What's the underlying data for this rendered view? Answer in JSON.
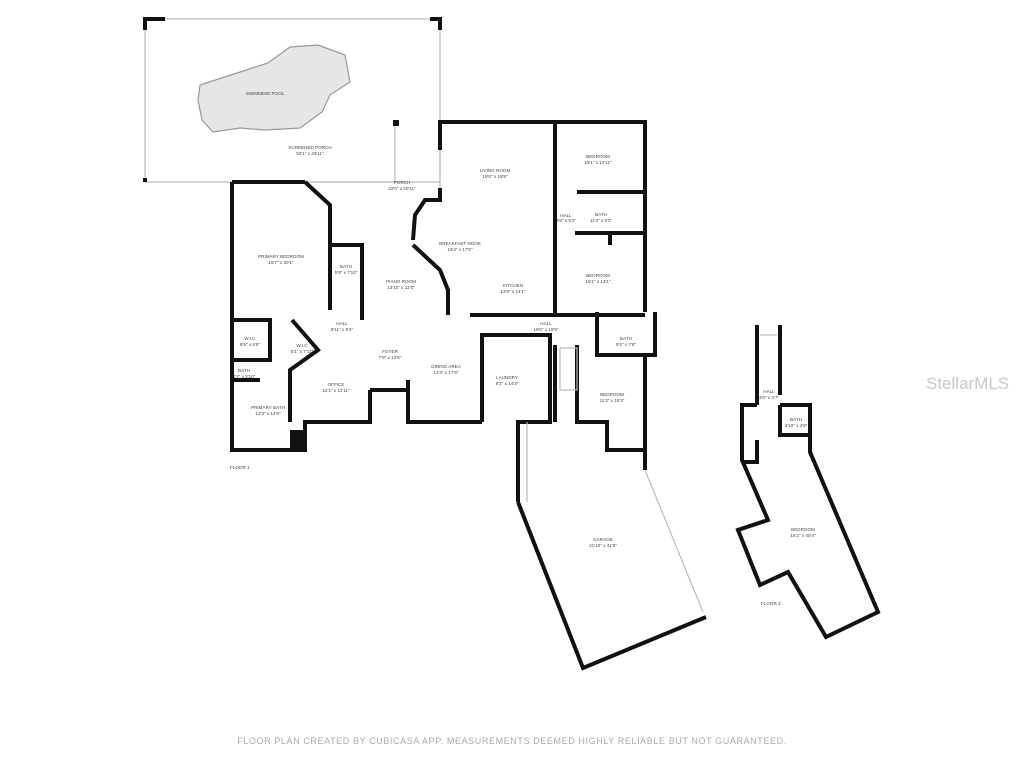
{
  "rooms": {
    "pool": {
      "name": "SWIMMING POOL"
    },
    "screened_porch": {
      "name": "SCREENED PORCH",
      "dims": "50'1\" x 26'11\""
    },
    "porch": {
      "name": "PORCH",
      "dims": "22'0\" x 20'11\""
    },
    "living_room": {
      "name": "LIVING ROOM",
      "dims": "19'0\" x 18'5\""
    },
    "bedroom_1": {
      "name": "BEDROOM",
      "dims": "15'1\" x 12'11\""
    },
    "hall_1": {
      "name": "HALL",
      "dims": "3'6\" x 5'2\""
    },
    "bath_1": {
      "name": "BATH",
      "dims": "11'3\" x 5'2\""
    },
    "breakfast_nook": {
      "name": "BREAKFAST NOOK",
      "dims": "18'4\" x 17'6\""
    },
    "bedroom_2": {
      "name": "BEDROOM",
      "dims": "15'1\" x 13'1\""
    },
    "kitchen": {
      "name": "KITCHEN",
      "dims": "13'8\" x 14'1\""
    },
    "primary_bedroom": {
      "name": "PRIMARY BEDROOM",
      "dims": "16'7\" x 30'1\""
    },
    "bath_2": {
      "name": "BATH",
      "dims": "5'9\" x 7'10\""
    },
    "piano_room": {
      "name": "PIANO ROOM",
      "dims": "13'10\" x 12'0\""
    },
    "hall_2": {
      "name": "HALL",
      "dims": "8'11\" x 9'4\""
    },
    "hall_3": {
      "name": "HALL",
      "dims": "19'0\" x 18'5\""
    },
    "wic_1": {
      "name": "W.I.C",
      "dims": "6'9\" x 6'5\""
    },
    "wic_2": {
      "name": "W.I.C",
      "dims": "5'1\" x 7'11\""
    },
    "foyer": {
      "name": "FOYER",
      "dims": "7'9\" x 12'5\""
    },
    "bath_3": {
      "name": "BATH",
      "dims": "9'3\" x 7'8\""
    },
    "bath_4": {
      "name": "BATH",
      "dims": "4'2\" x 3'10\""
    },
    "dining_area": {
      "name": "DINING AREA",
      "dims": "12'3\" x 17'9\""
    },
    "laundry": {
      "name": "LAUNDRY",
      "dims": "8'2\" x 14'3\""
    },
    "office": {
      "name": "OFFICE",
      "dims": "12'1\" x 11'11\""
    },
    "bedroom_3": {
      "name": "BEDROOM",
      "dims": "11'3\" x 15'3\""
    },
    "primary_bath": {
      "name": "PRIMARY BATH",
      "dims": "12'3\" x 14'8\""
    },
    "garage": {
      "name": "GARAGE",
      "dims": "21'10\" x 41'8\""
    },
    "hall_f2": {
      "name": "HALL",
      "dims": "3'0\" x 3'7\""
    },
    "bath_f2": {
      "name": "BATH",
      "dims": "4'10\" x 4'9\""
    },
    "bedroom_f2": {
      "name": "BEDROOM",
      "dims": "16'2\" x 40'4\""
    }
  },
  "floors": {
    "floor1": "FLOOR 1",
    "floor2": "FLOOR 2"
  },
  "watermark": "StellarMLS",
  "footer": "FLOOR PLAN CREATED BY CUBICASA APP. MEASUREMENTS DEEMED HIGHLY RELIABLE BUT NOT GUARANTEED.",
  "colors": {
    "wall": "#111111",
    "pool_fill": "#e6e6e6",
    "label": "#444444"
  }
}
